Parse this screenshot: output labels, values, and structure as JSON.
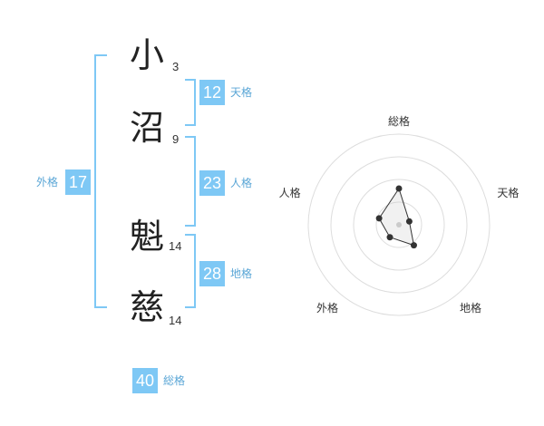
{
  "name": {
    "characters": [
      {
        "char": "小",
        "strokes": "3"
      },
      {
        "char": "沼",
        "strokes": "9"
      },
      {
        "char": "魁",
        "strokes": "14"
      },
      {
        "char": "慈",
        "strokes": "14"
      }
    ]
  },
  "fortunes": {
    "tenkaku": {
      "value": "12",
      "label": "天格"
    },
    "jinkaku": {
      "value": "23",
      "label": "人格"
    },
    "chikaku": {
      "value": "28",
      "label": "地格"
    },
    "gaikaku": {
      "value": "17",
      "label": "外格"
    },
    "soukaku": {
      "value": "40",
      "label": "総格"
    }
  },
  "colors": {
    "accent": "#7ec8f5",
    "label": "#5aa6d6",
    "text": "#222222"
  },
  "chart_data": {
    "type": "radar",
    "axes": [
      "総格",
      "天格",
      "地格",
      "外格",
      "人格"
    ],
    "values": [
      40,
      12,
      28,
      17,
      23
    ],
    "max": 100,
    "rings": 4,
    "grid": true
  }
}
